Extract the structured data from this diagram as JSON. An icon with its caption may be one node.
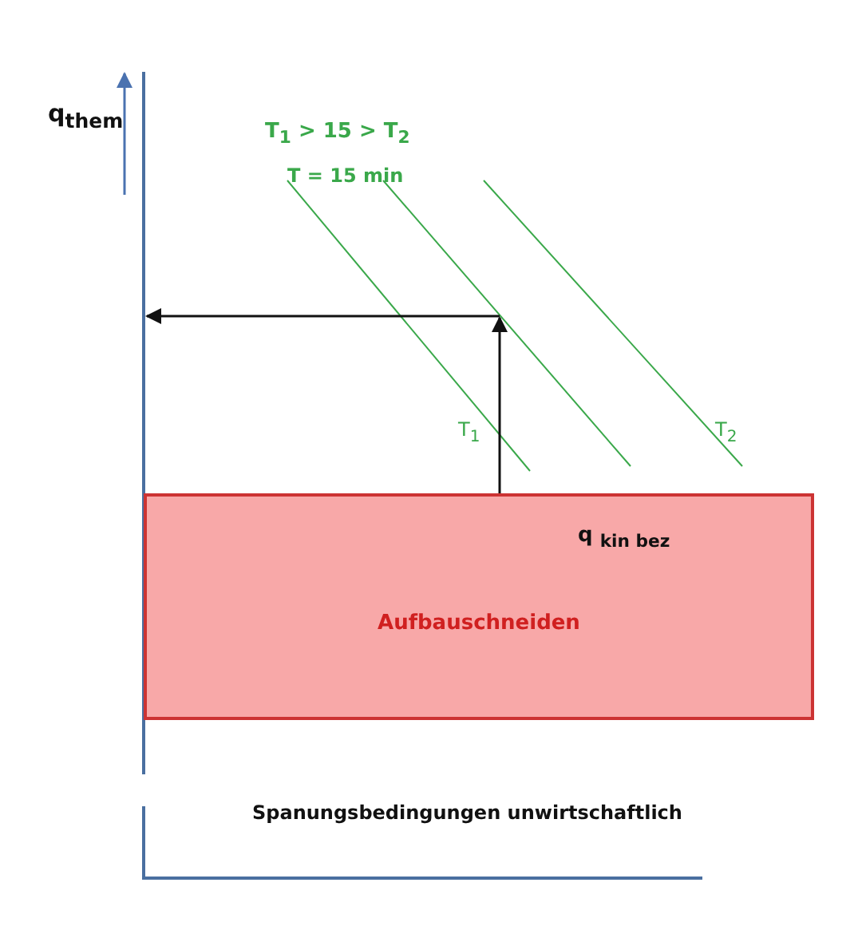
{
  "diagram": {
    "nodes": [
      {
        "text": [
          "Aufbauschneiden"
        ]
      }
    ],
    "labels": [
      "q$_{them}$",
      "T$_{1}$ > 15 > T$_{2}$",
      "T = 15 min",
      "T$_{1}$",
      "T$_{2}$",
      "q $_{kin bez}$",
      "Spanungsbedingungen unwirtschaftlich"
    ]
  }
}
